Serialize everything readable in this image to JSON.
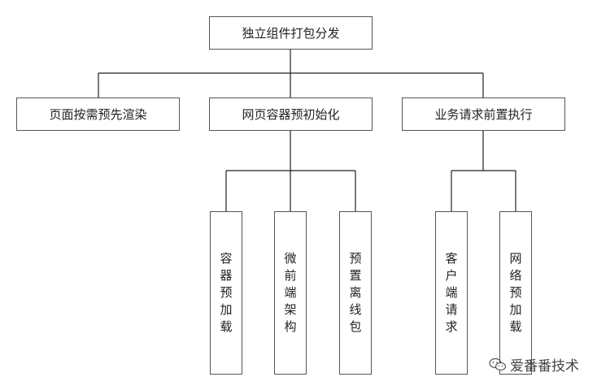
{
  "diagram": {
    "root": "独立组件打包分发",
    "branches": [
      {
        "label": "页面按需预先渲染",
        "children": []
      },
      {
        "label": "网页容器预初始化",
        "children": [
          "容器预加载",
          "微前端架构",
          "预置离线包"
        ]
      },
      {
        "label": "业务请求前置执行",
        "children": [
          "客户端请求",
          "网络预加载"
        ]
      }
    ]
  },
  "watermark": {
    "text": "爱番番技术",
    "icon": "wechat-icon"
  }
}
